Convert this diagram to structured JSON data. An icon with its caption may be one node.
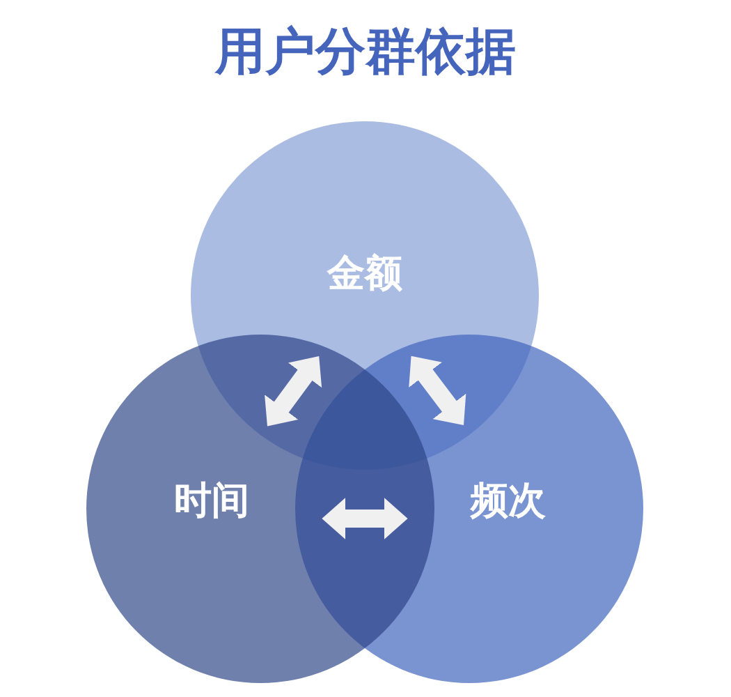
{
  "diagram": {
    "title": "用户分群依据",
    "nodes": [
      {
        "text": [
          "金额"
        ]
      },
      {
        "text": [
          "时间"
        ]
      },
      {
        "text": [
          "频次"
        ]
      }
    ],
    "edges": [
      {
        "from": 0,
        "to": 1,
        "arrow": "both"
      },
      {
        "from": 0,
        "to": 2,
        "arrow": "both"
      },
      {
        "from": 1,
        "to": 2,
        "arrow": "both"
      }
    ]
  }
}
